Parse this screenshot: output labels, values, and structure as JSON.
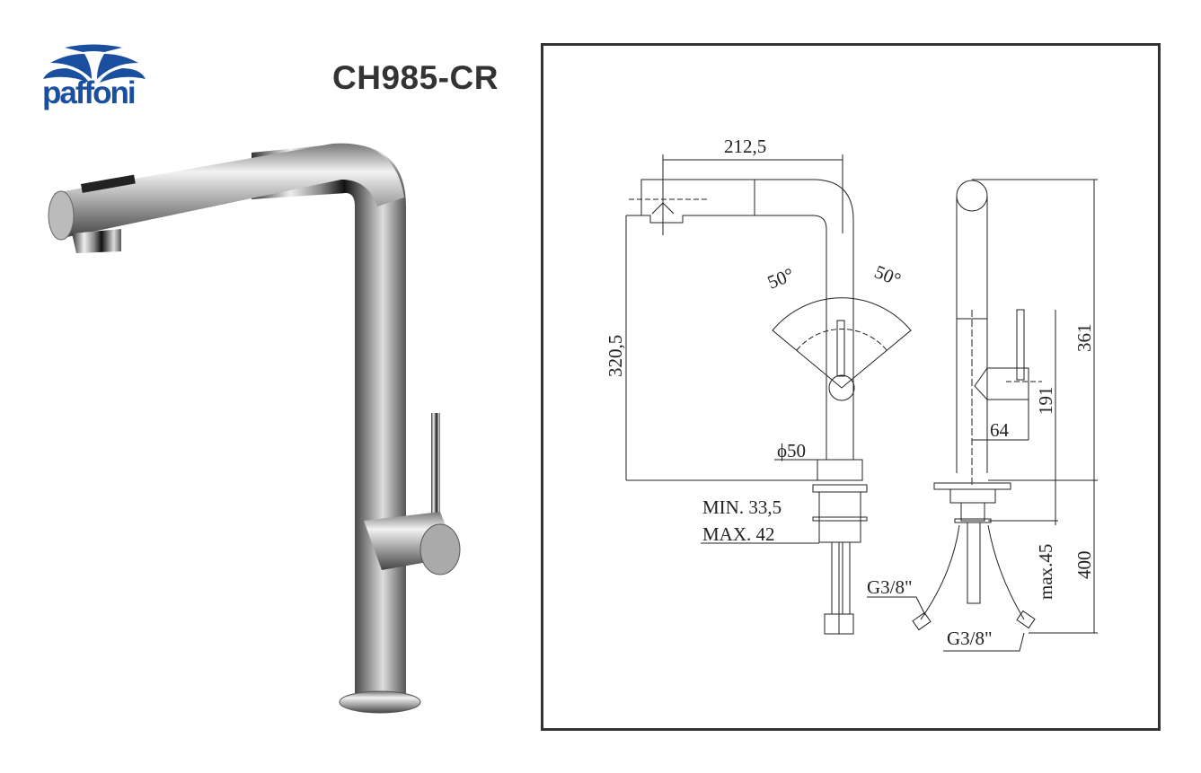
{
  "brand": {
    "name": "paffoni",
    "color": "#1a4fa0"
  },
  "product": {
    "model": "CH985-CR"
  },
  "drawing": {
    "dimensions": {
      "spout_reach": "212,5",
      "spout_height": "320,5",
      "angle_left": "50°",
      "angle_right": "50°",
      "base_diameter": "ϕ50",
      "deck_min": "MIN. 33,5",
      "deck_max": "MAX. 42",
      "total_height": "361",
      "lever_height": "191",
      "lever_offset": "64",
      "shank_max": "max.45",
      "hose_length": "400",
      "thread_1": "G3/8\"",
      "thread_2": "G3/8\""
    }
  },
  "colors": {
    "text": "#333333",
    "line": "#222222"
  }
}
